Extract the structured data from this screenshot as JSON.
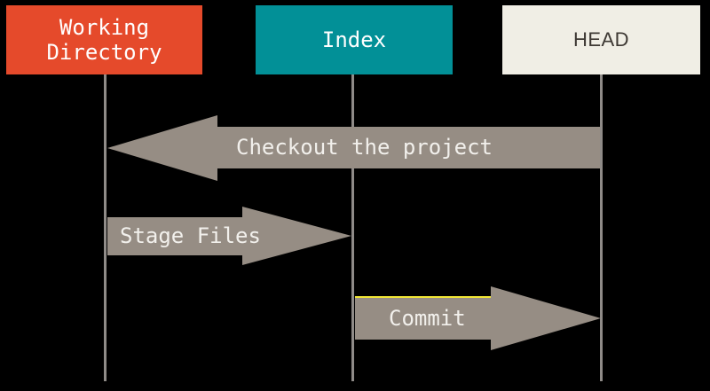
{
  "nodes": [
    {
      "id": "working-directory",
      "label": "Working Directory",
      "bg": "#E54A2B",
      "text_color": "#FFFFFF"
    },
    {
      "id": "index",
      "label": "Index",
      "bg": "#029097",
      "text_color": "#FFFFFF"
    },
    {
      "id": "head",
      "label": "HEAD",
      "bg": "#F0EEE5",
      "text_color": "#3D3833"
    }
  ],
  "arrows": [
    {
      "id": "checkout",
      "label": "Checkout the project",
      "direction": "left",
      "from": "HEAD",
      "to": "Working Directory"
    },
    {
      "id": "stage",
      "label": "Stage Files",
      "direction": "right",
      "from": "Working Directory",
      "to": "Index"
    },
    {
      "id": "commit",
      "label": "Commit",
      "direction": "right",
      "from": "Index",
      "to": "HEAD"
    }
  ],
  "colors": {
    "background": "#000000",
    "arrow": "#968D84",
    "timeline": "#8F8B88",
    "commit_accent": "#F2E735",
    "arrow_label_text": "#F2F0EC"
  }
}
